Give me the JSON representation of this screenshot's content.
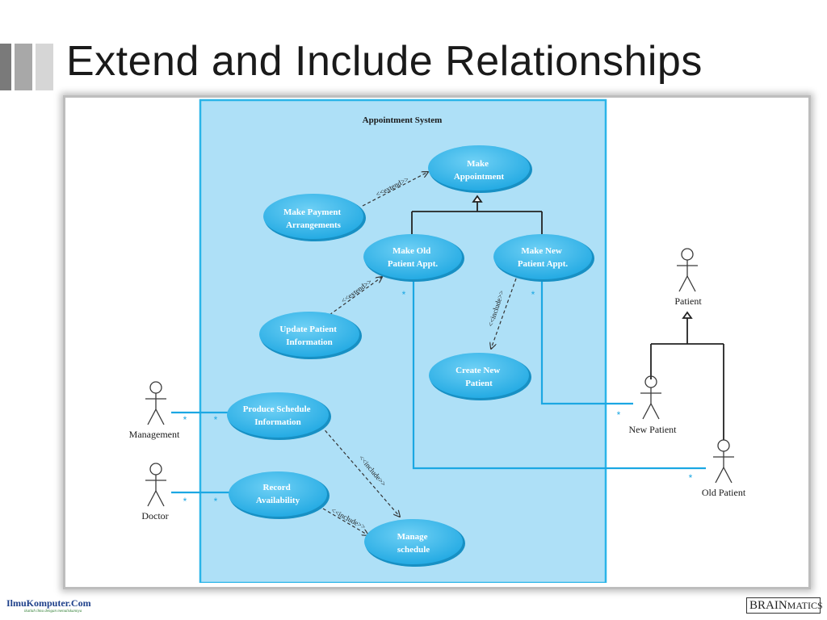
{
  "slide": {
    "title": "Extend and Include Relationships"
  },
  "diagram": {
    "system_name": "Appointment System",
    "use_cases": {
      "make_appointment": [
        "Make",
        "Appointment"
      ],
      "make_payment": [
        "Make Payment",
        "Arrangements"
      ],
      "make_old": [
        "Make Old",
        "Patient Appt."
      ],
      "make_new": [
        "Make New",
        "Patient Appt."
      ],
      "update_patient": [
        "Update Patient",
        "Information"
      ],
      "create_new_patient": [
        "Create New",
        "Patient"
      ],
      "produce_schedule": [
        "Produce Schedule",
        "Information"
      ],
      "record_availability": [
        "Record",
        "Availability"
      ],
      "manage_schedule": [
        "Manage",
        "schedule"
      ]
    },
    "actors": {
      "management": "Management",
      "doctor": "Doctor",
      "patient": "Patient",
      "new_patient": "New Patient",
      "old_patient": "Old Patient"
    },
    "stereotypes": {
      "extend": "<<extend>>",
      "include": "<<include>>"
    },
    "multiplicity": "*",
    "colors": {
      "system_fill": "#aee0f7",
      "system_border": "#2bb5e8",
      "use_case_fill": "#29b3ea",
      "use_case_highlight": "#5fcaf3",
      "association_line": "#1ba7e3",
      "actor_stroke": "#3a3a3a"
    }
  },
  "footer": {
    "left_logo": "IlmuKomputer.Com",
    "left_tagline": "ikatlah ilmu dengan menuliskannya",
    "right_logo_a": "BRAIN",
    "right_logo_b": "MATICS"
  }
}
